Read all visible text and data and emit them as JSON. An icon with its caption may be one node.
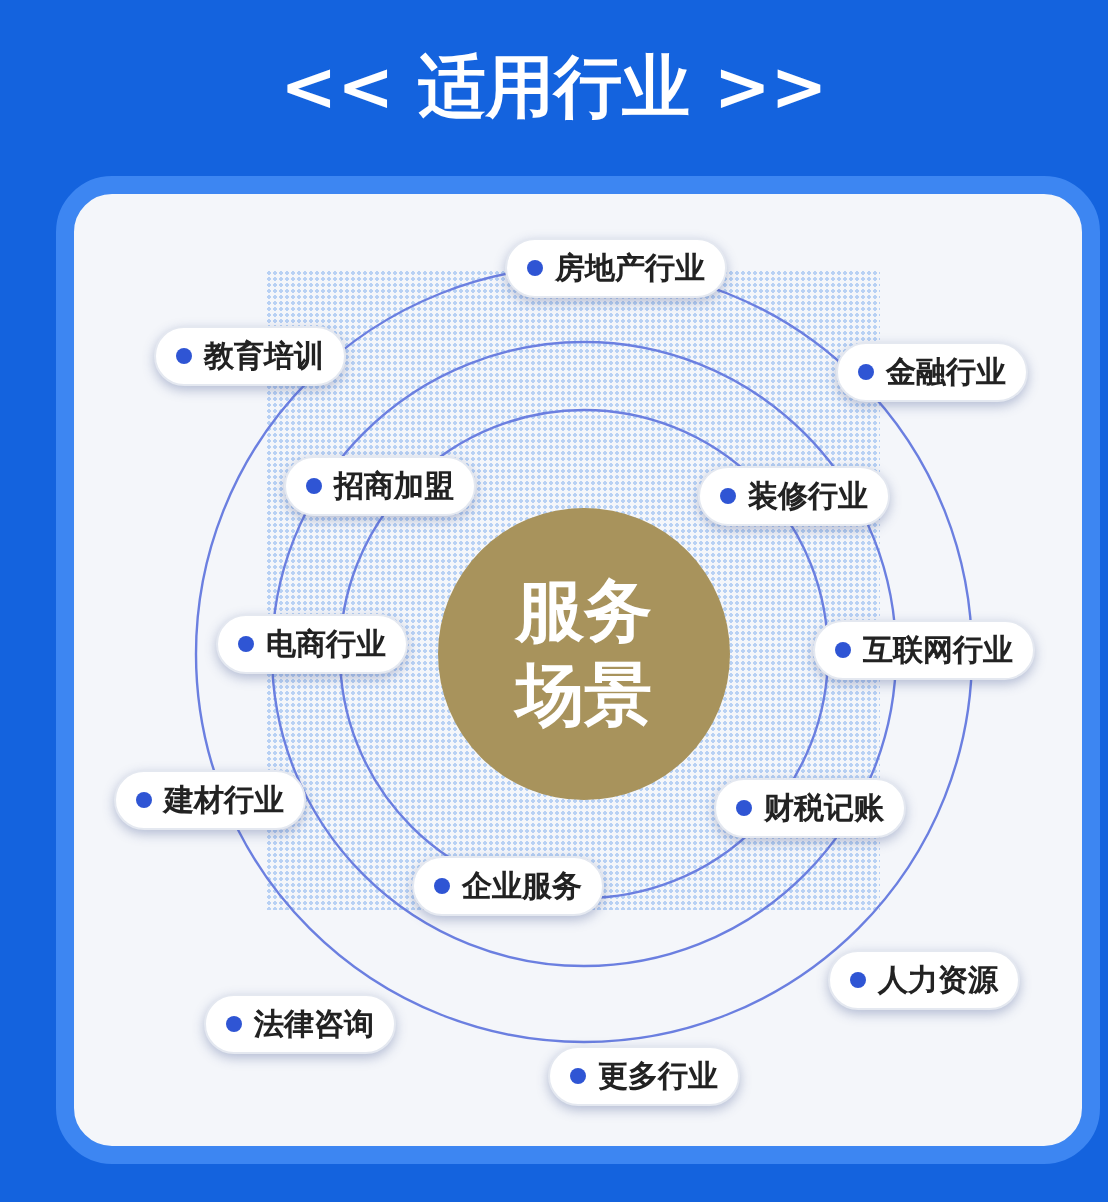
{
  "diagram": {
    "title": "<< 适用行业 >>",
    "nodes": [
      {
        "text": [
          "服务场景"
        ]
      },
      {
        "text": [
          "房地产行业"
        ]
      },
      {
        "text": [
          "教育培训"
        ]
      },
      {
        "text": [
          "金融行业"
        ]
      },
      {
        "text": [
          "招商加盟"
        ]
      },
      {
        "text": [
          "装修行业"
        ]
      },
      {
        "text": [
          "电商行业"
        ]
      },
      {
        "text": [
          "互联网行业"
        ]
      },
      {
        "text": [
          "建材行业"
        ]
      },
      {
        "text": [
          "财税记账"
        ]
      },
      {
        "text": [
          "企业服务"
        ]
      },
      {
        "text": [
          "人力资源"
        ]
      },
      {
        "text": [
          "法律咨询"
        ]
      },
      {
        "text": [
          "更多行业"
        ]
      }
    ],
    "edges": []
  }
}
